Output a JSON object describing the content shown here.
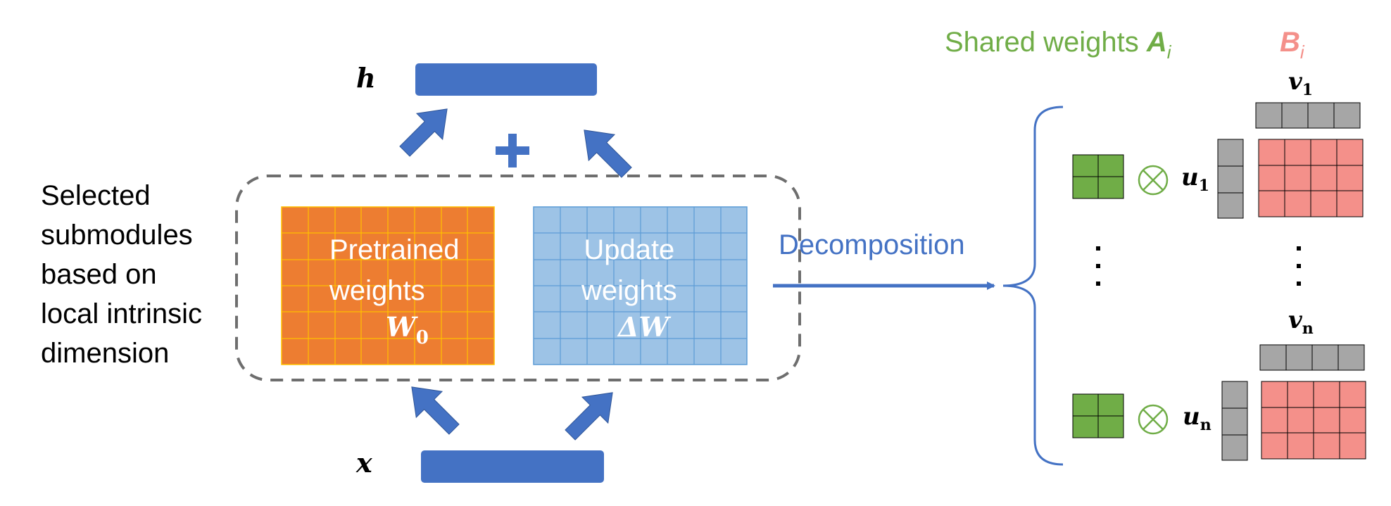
{
  "labels": {
    "h": "h",
    "x": "x",
    "plus": "+",
    "side": [
      "Selected",
      "submodules",
      "based on",
      "local intrinsic",
      "dimension"
    ],
    "pretrained": [
      "Pretrained",
      "weights"
    ],
    "pretrained_symbol": "W",
    "pretrained_sub": "0",
    "update": [
      "Update",
      "weights"
    ],
    "update_symbol": "ΔW",
    "decomposition": "Decomposition",
    "shared_weights": "Shared weights",
    "shared_symbol": "A",
    "shared_sub": "i",
    "b_symbol": "B",
    "b_sub": "i",
    "u1": "u",
    "u1_sub": "1",
    "v1": "v",
    "v1_sub": "1",
    "un": "u",
    "un_sub": "n",
    "vn": "v",
    "vn_sub": "n",
    "otimes": "⊗",
    "vdots": "⋮"
  },
  "colors": {
    "blue": "#4472C4",
    "orange": "#ED7D31",
    "orange_line": "#FFC000",
    "light_blue": "#9DC3E6",
    "light_blue_line": "#5B9BD5",
    "green": "#70AD47",
    "red": "#F4908A",
    "red_text": "#F4908A",
    "gray": "#A6A6A6",
    "dashed": "#6E6E6E"
  }
}
